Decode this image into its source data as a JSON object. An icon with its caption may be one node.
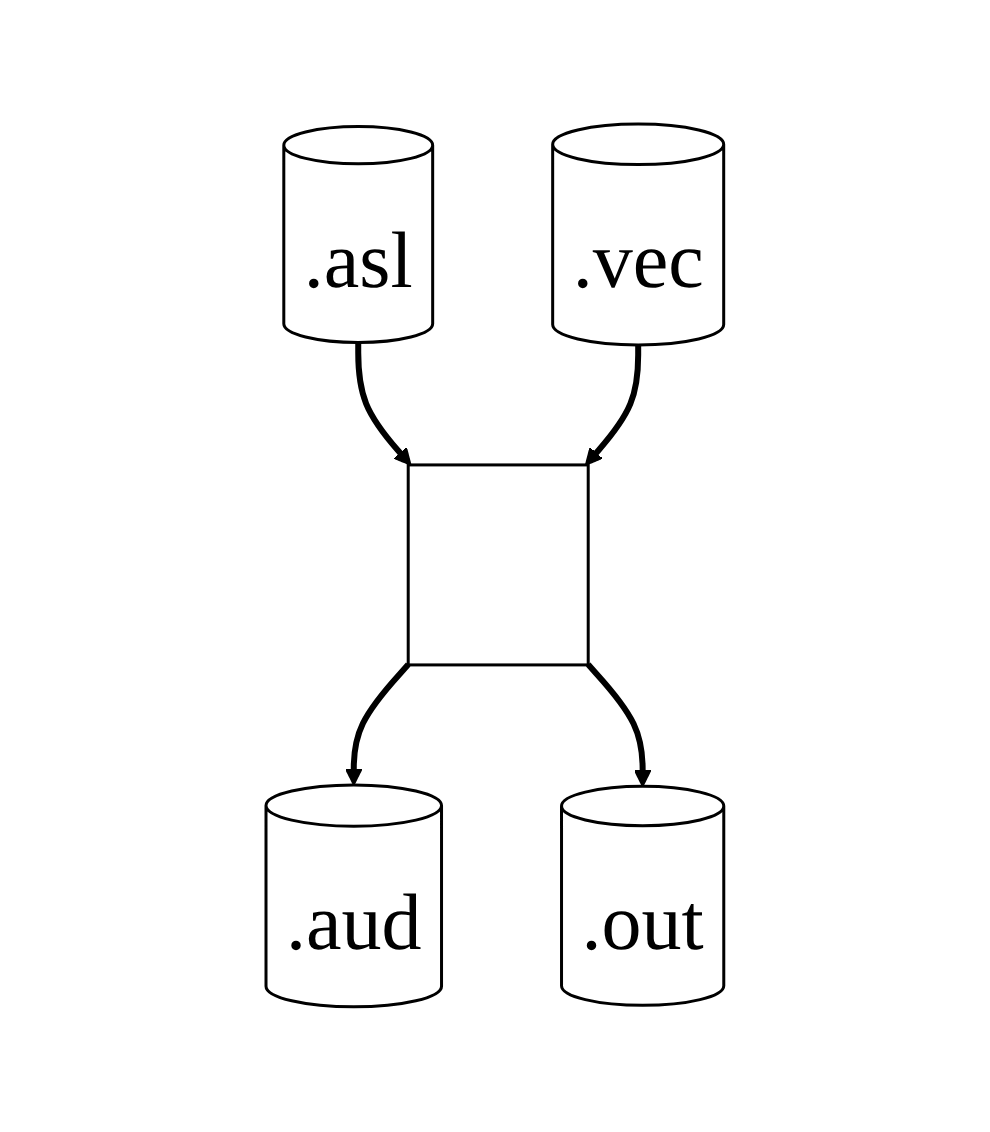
{
  "diagram": {
    "nodes": [
      {
        "text": [
          ".asl"
        ]
      },
      {
        "text": [
          ".vec"
        ]
      },
      {
        "text": [],
        "shape": "box"
      },
      {
        "text": [
          ".aud"
        ]
      },
      {
        "text": [
          ".out"
        ]
      }
    ],
    "edges": [
      {
        "from": 0,
        "to": 2,
        "arrow": "to"
      },
      {
        "from": 1,
        "to": 2,
        "arrow": "to"
      },
      {
        "from": 2,
        "to": 3,
        "arrow": "to"
      },
      {
        "from": 2,
        "to": 4,
        "arrow": "to"
      }
    ]
  }
}
